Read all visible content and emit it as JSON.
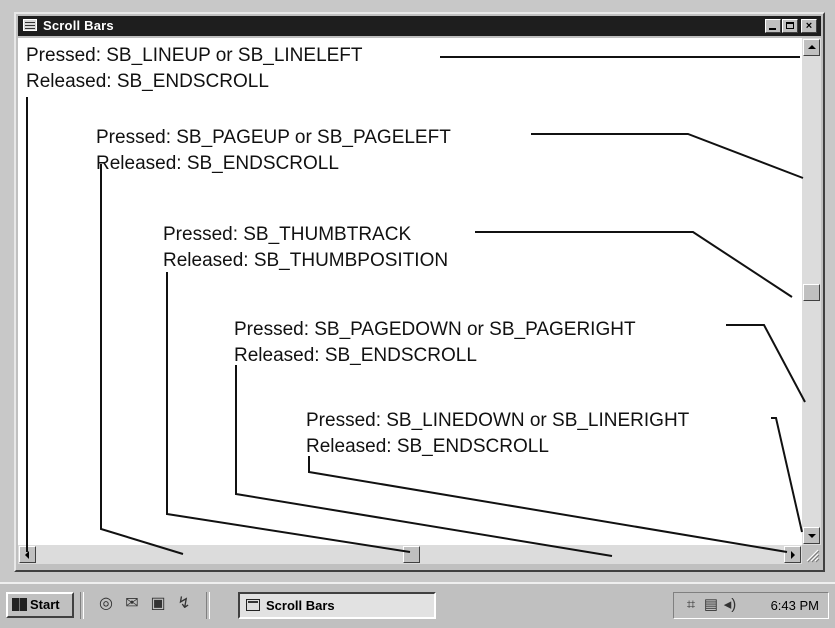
{
  "window": {
    "title": "Scroll Bars",
    "minimize_label": "",
    "maximize_label": "",
    "close_label": "×"
  },
  "labels": [
    {
      "pressed": "Pressed: SB_LINEUP or SB_LINELEFT",
      "released": "Released: SB_ENDSCROLL"
    },
    {
      "pressed": "Pressed: SB_PAGEUP or SB_PAGELEFT",
      "released": "Released: SB_ENDSCROLL"
    },
    {
      "pressed": "Pressed: SB_THUMBTRACK",
      "released": "Released: SB_THUMBPOSITION"
    },
    {
      "pressed": "Pressed: SB_PAGEDOWN or SB_PAGERIGHT",
      "released": "Released: SB_ENDSCROLL"
    },
    {
      "pressed": "Pressed: SB_LINEDOWN or SB_LINERIGHT",
      "released": "Released: SB_ENDSCROLL"
    }
  ],
  "scrollbars": {
    "vertical_thumb_position": 0.5,
    "horizontal_thumb_position": 0.5
  },
  "taskbar": {
    "start_label": "Start",
    "task_label": "Scroll Bars",
    "clock": "6:43 PM",
    "quick_launch_icons": [
      "internet-explorer-icon",
      "outlook-express-icon",
      "desktop-icon",
      "channels-icon"
    ],
    "tray_icons": [
      "network-icon",
      "display-icon",
      "volume-icon"
    ]
  }
}
